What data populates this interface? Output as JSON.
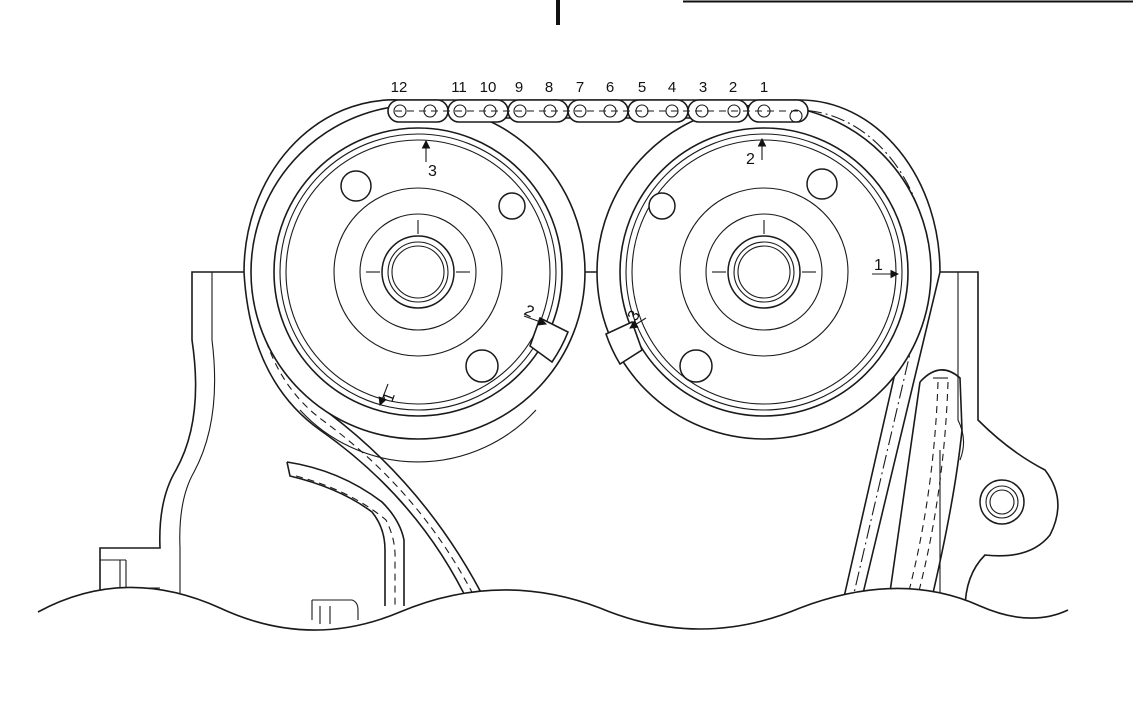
{
  "figure": {
    "link_numbers": [
      "12",
      "11",
      "10",
      "9",
      "8",
      "7",
      "6",
      "5",
      "4",
      "3",
      "2",
      "1"
    ],
    "left_sprocket_marks": {
      "top": "3",
      "right": "2",
      "bottom": "1"
    },
    "right_sprocket_marks": {
      "top": "2",
      "left": "3",
      "right": "1"
    }
  }
}
